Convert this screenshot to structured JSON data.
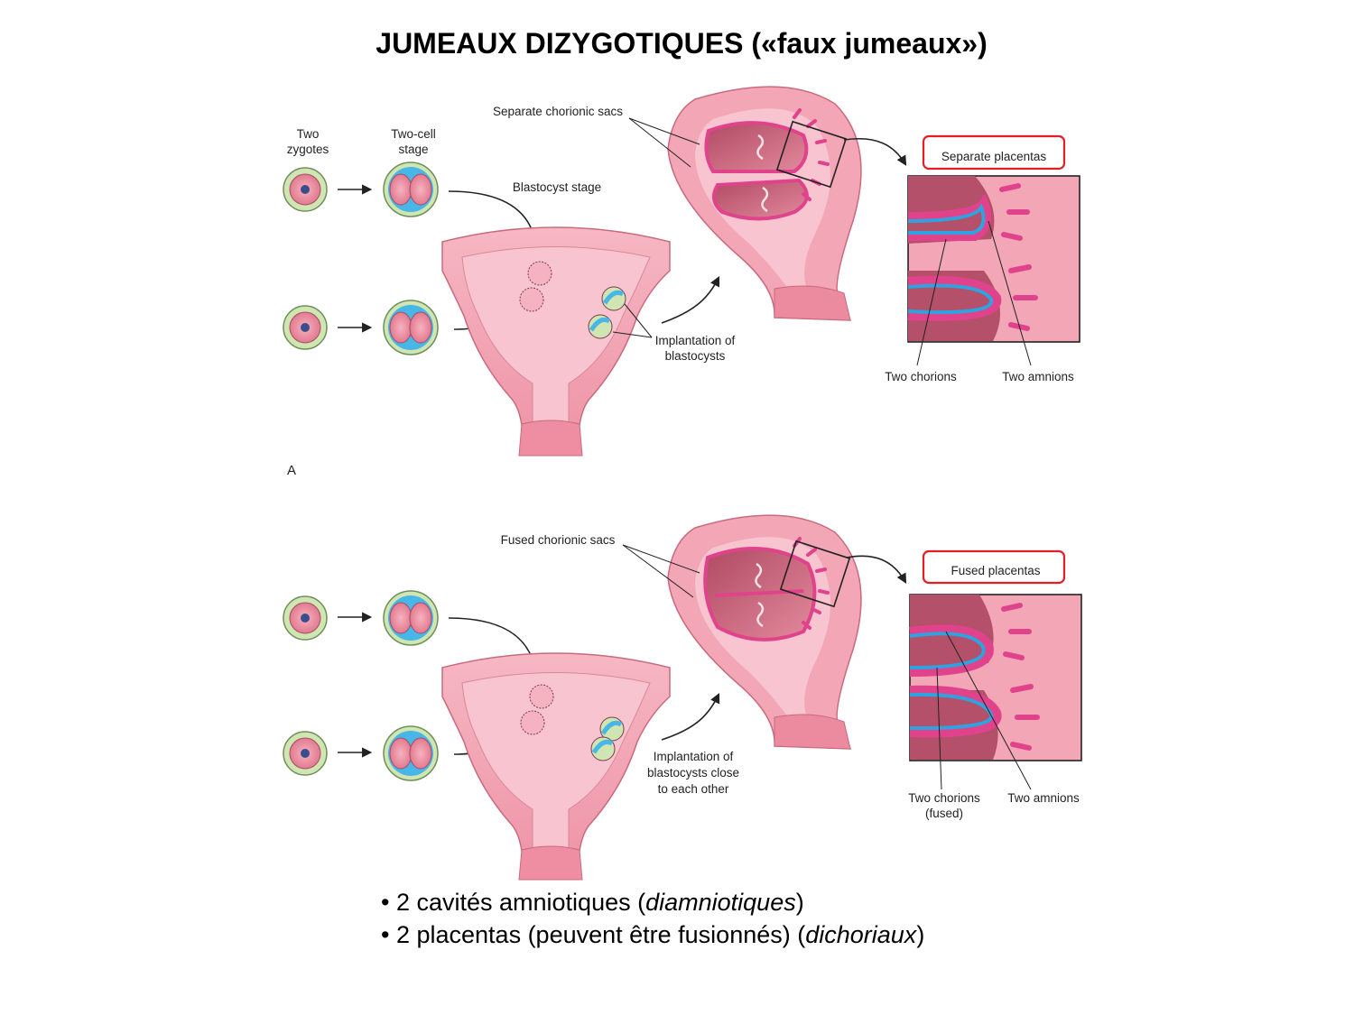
{
  "title": "JUMEAUX DIZYGOTIQUES («faux jumeaux»)",
  "colors": {
    "uterus": "#f3a3b2",
    "uterus_light": "#f8c4cf",
    "uterus_dark": "#c96a7e",
    "membrane": "#e0438c",
    "amnion": "#2ea3e0",
    "zygote_ring": "#cfe6b3",
    "cell_blue": "#49b6e8",
    "highlight_box": "#e31e24"
  },
  "panels": [
    {
      "letter": "A",
      "two_zygotes": "Two zygotes",
      "two_cell_stage": "Two-cell stage",
      "blastocyst_stage": "Blastocyst stage",
      "chorionic_sacs": "Separate chorionic sacs",
      "placentas": "Separate placentas",
      "implantation": [
        "Implantation of",
        "blastocysts"
      ],
      "chorions": [
        "Two chorions"
      ],
      "amnions": "Two amnions"
    },
    {
      "letter": "",
      "two_zygotes": "",
      "two_cell_stage": "",
      "blastocyst_stage": "",
      "chorionic_sacs": "Fused chorionic sacs",
      "placentas": "Fused placentas",
      "implantation": [
        "Implantation of",
        "blastocysts close",
        "to each other"
      ],
      "chorions": [
        "Two chorions",
        "(fused)"
      ],
      "amnions": "Two amnions"
    }
  ],
  "bullets": [
    {
      "bullet": "•",
      "text": "2 cavités amniotiques (",
      "italic": "diamniotiques",
      "end": ")"
    },
    {
      "bullet": "•",
      "text": "2 placentas (peuvent être fusionnés) (",
      "italic": "dichoriaux",
      "end": ")"
    }
  ]
}
